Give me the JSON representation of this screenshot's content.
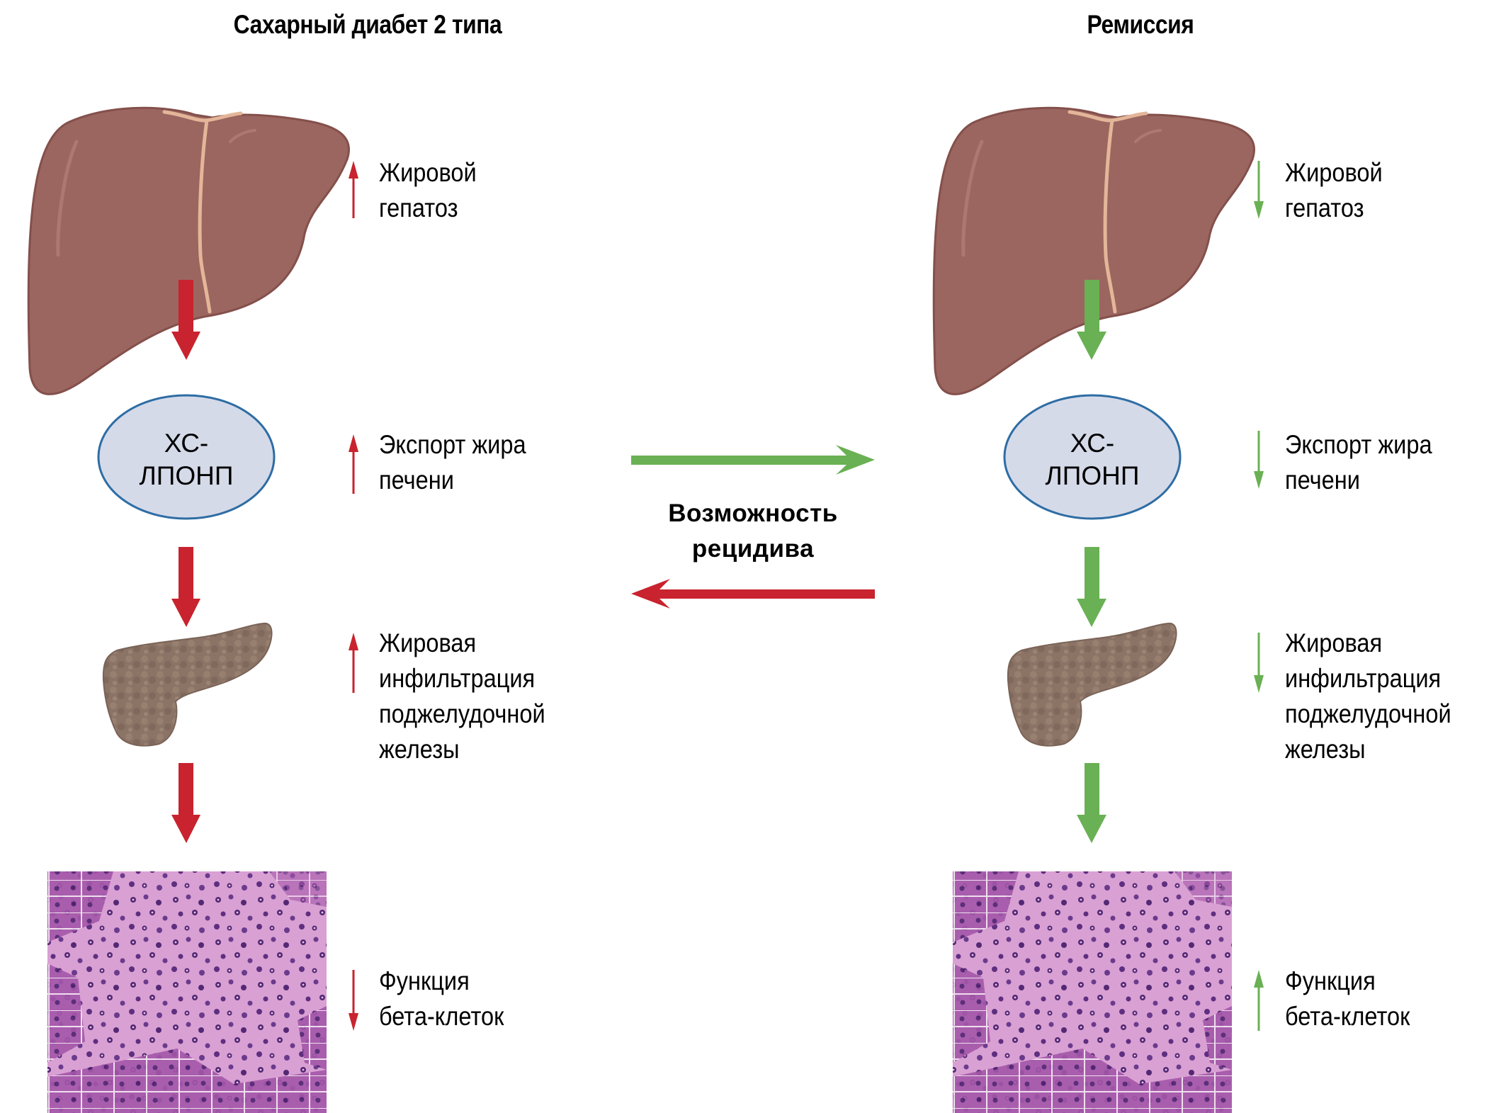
{
  "titles": {
    "left": "Сахарный диабет 2 типа",
    "right": "Ремиссия"
  },
  "ellipse": {
    "line1": "ХС-",
    "line2": "ЛПОНП"
  },
  "left_column": {
    "color": "#C8232E",
    "labels": [
      {
        "direction": "up",
        "lines": [
          "Жировой",
          "гепатоз"
        ]
      },
      {
        "direction": "up",
        "lines": [
          "Экспорт жира",
          "печени"
        ]
      },
      {
        "direction": "up",
        "lines": [
          "Жировая",
          "инфильтрация",
          "поджелудочной",
          "железы"
        ]
      },
      {
        "direction": "down",
        "lines": [
          "Функция",
          "бета-клеток"
        ]
      }
    ]
  },
  "right_column": {
    "color": "#6AB054",
    "labels": [
      {
        "direction": "down",
        "lines": [
          "Жировой",
          "гепатоз"
        ]
      },
      {
        "direction": "down",
        "lines": [
          "Экспорт жира",
          "печени"
        ]
      },
      {
        "direction": "down",
        "lines": [
          "Жировая",
          "инфильтрация",
          "поджелудочной",
          "железы"
        ]
      },
      {
        "direction": "up",
        "lines": [
          "Функция",
          "бета-клеток"
        ]
      }
    ]
  },
  "center": {
    "line1": "Возможность",
    "line2": "рецидива",
    "forward_arrow_color": "#6AB054",
    "backward_arrow_color": "#C8232E"
  },
  "colors": {
    "liver": "#9B6660",
    "liver_edge": "#84504B",
    "ligament": "#E4B699",
    "ellipse_fill": "#D5DAE9",
    "ellipse_stroke": "#2E6DA4",
    "pancreas": "#8B7366",
    "histology_bg": "#D9A0D3",
    "histology_acini": "#A457A9",
    "histology_nuclei": "#532874"
  }
}
